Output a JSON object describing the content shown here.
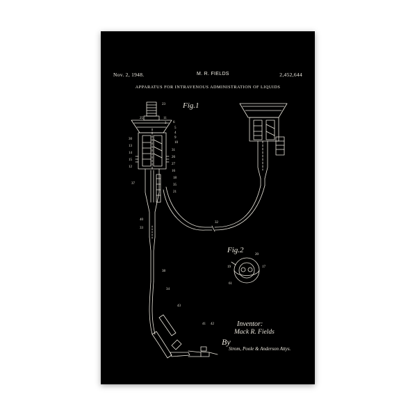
{
  "patent": {
    "date": "Nov. 2, 1948.",
    "inventor_header": "M. R. FIELDS",
    "number": "2,452,644",
    "title": "APPARATUS FOR INTRAVENOUS ADMINISTRATION OF LIQUIDS"
  },
  "figures": {
    "fig1_label": "Fig.1",
    "fig2_label": "Fig.2"
  },
  "signature": {
    "inventor_label": "Inventor:",
    "inventor_name": "Mack R. Fields",
    "by": "By",
    "attorneys": "Strom, Poole & Anderson Attys."
  },
  "reference_numerals": {
    "n23": "23",
    "n25": "25",
    "n11": "11",
    "n3": "3",
    "n6": "6",
    "n5": "5",
    "n4": "4",
    "n9": "9",
    "n10": "10",
    "n30": "30",
    "n13": "13",
    "n14": "14",
    "n15": "15",
    "n12": "12",
    "n31": "31",
    "n26": "26",
    "n27": "27",
    "n16": "16",
    "n18": "18",
    "n35": "35",
    "n21": "21",
    "n37": "37",
    "n40": "40",
    "n33": "33",
    "n38": "38",
    "n32": "32",
    "n34": "34",
    "n43": "43",
    "n42": "42",
    "n41": "41",
    "n19": "19",
    "n17": "17",
    "n20": "20",
    "n61": "61"
  },
  "colors": {
    "paper": "#000000",
    "ink": "#f2efe6",
    "mat": "#ffffff"
  }
}
